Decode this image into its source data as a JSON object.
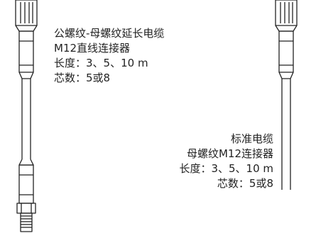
{
  "left_cable": {
    "title": "公螺纹-母螺纹延长电缆",
    "connector": "M12直线连接器",
    "length": "长度：3、5、10 m",
    "cores": "芯数：5或8"
  },
  "right_cable": {
    "title": "标准电缆",
    "connector": "母螺纹M12连接器",
    "length": "长度：3、5、10 m",
    "cores": "芯数：5或8"
  },
  "colors": {
    "line": "#222222",
    "background": "#ffffff"
  }
}
